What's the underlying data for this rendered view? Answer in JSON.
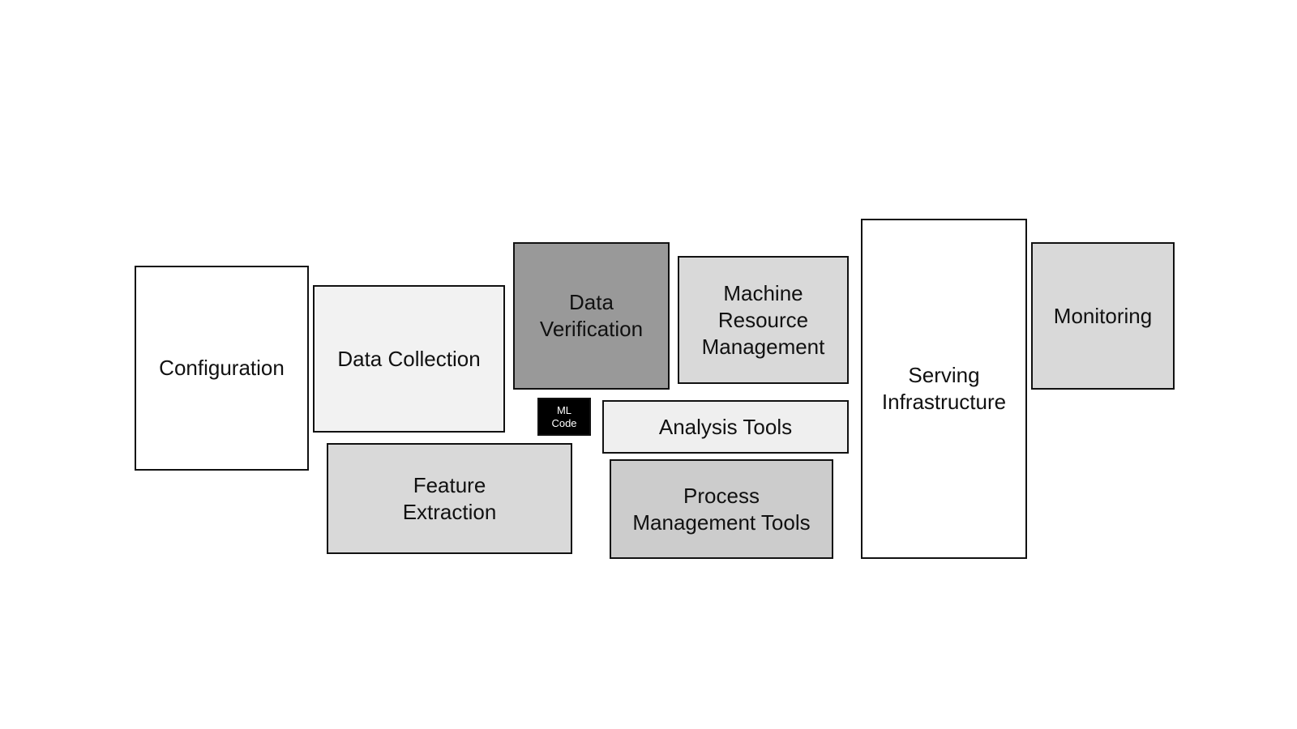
{
  "diagram": {
    "boxes": [
      {
        "id": "configuration",
        "label": "Configuration",
        "fill": "#ffffff",
        "text_color": "#111111"
      },
      {
        "id": "data-collection",
        "label": "Data Collection",
        "fill": "#f2f2f2",
        "text_color": "#111111"
      },
      {
        "id": "data-verification",
        "label": "Data\nVerification",
        "fill": "#999999",
        "text_color": "#111111"
      },
      {
        "id": "machine-resource",
        "label": "Machine\nResource\nManagement",
        "fill": "#d9d9d9",
        "text_color": "#111111"
      },
      {
        "id": "serving-infra",
        "label": "Serving\nInfrastructure",
        "fill": "#ffffff",
        "text_color": "#111111"
      },
      {
        "id": "monitoring",
        "label": "Monitoring",
        "fill": "#d9d9d9",
        "text_color": "#111111"
      },
      {
        "id": "ml-code",
        "label": "ML\nCode",
        "fill": "#000000",
        "text_color": "#ffffff"
      },
      {
        "id": "analysis-tools",
        "label": "Analysis Tools",
        "fill": "#efefef",
        "text_color": "#111111"
      },
      {
        "id": "feature-extraction",
        "label": "Feature\nExtraction",
        "fill": "#d9d9d9",
        "text_color": "#111111"
      },
      {
        "id": "process-mgmt",
        "label": "Process\nManagement Tools",
        "fill": "#cccccc",
        "text_color": "#111111"
      }
    ]
  }
}
